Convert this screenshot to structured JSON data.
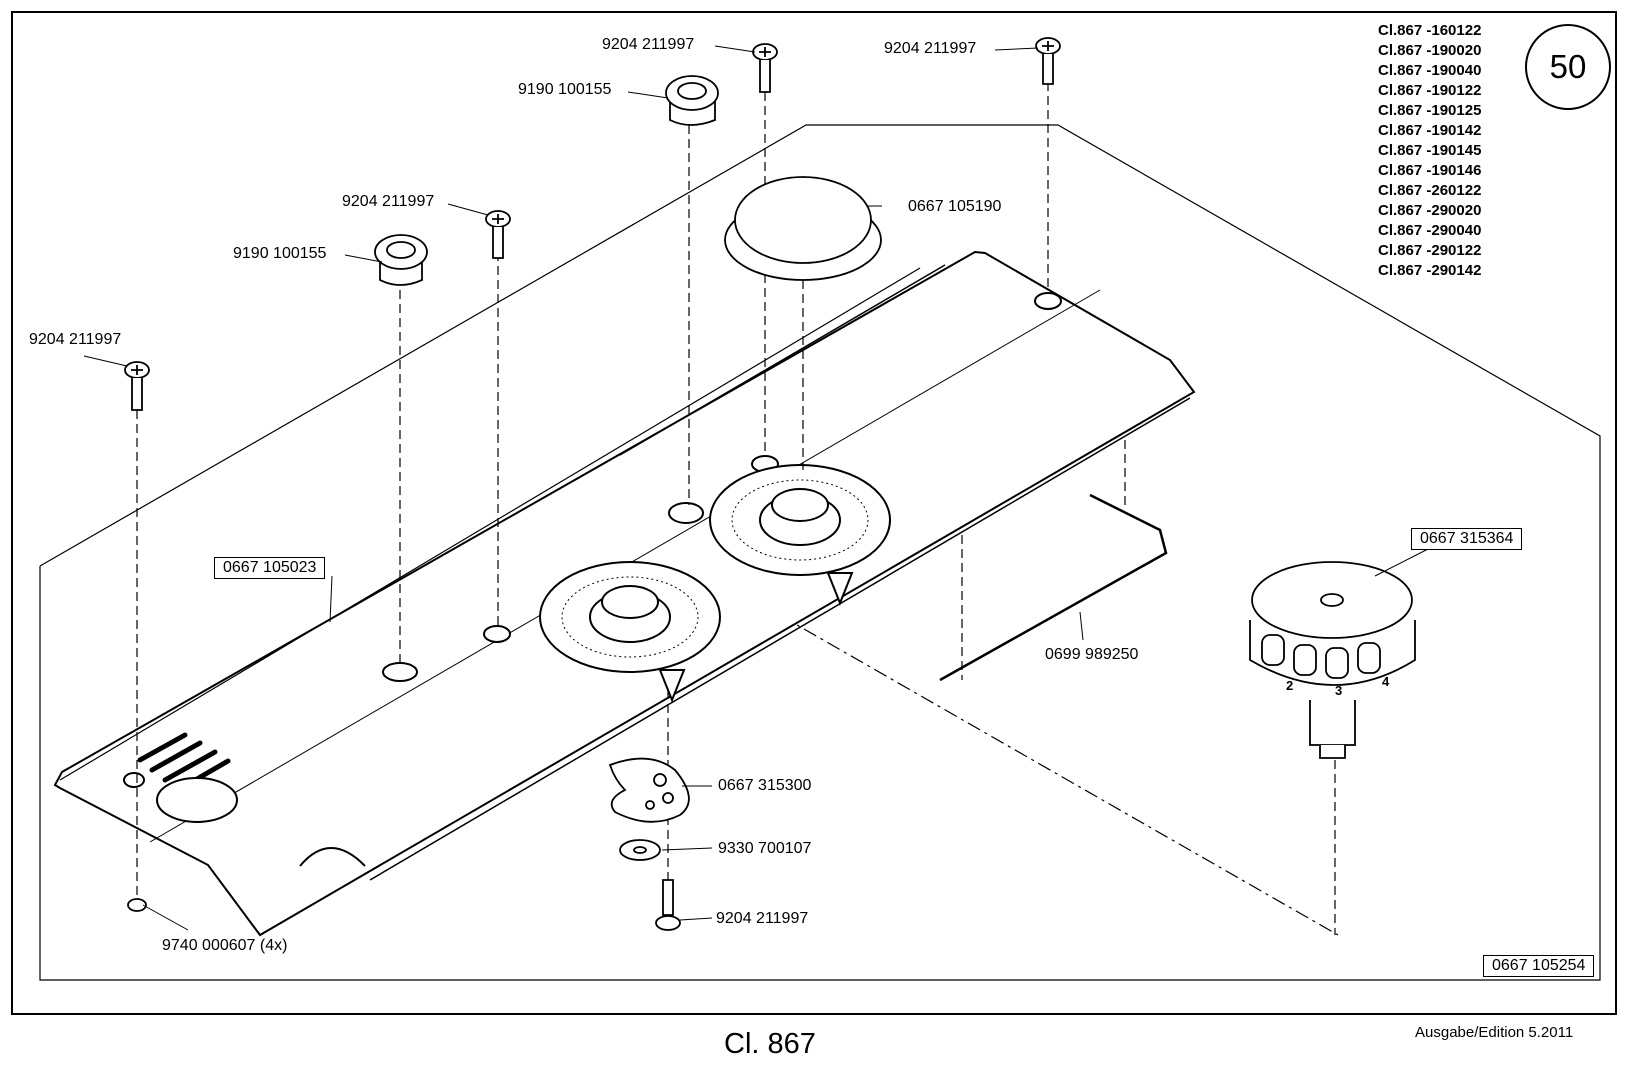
{
  "page_number": "50",
  "models": [
    "Cl.867 -160122",
    "Cl.867 -190020",
    "Cl.867 -190040",
    "Cl.867 -190122",
    "Cl.867 -190125",
    "Cl.867 -190142",
    "Cl.867 -190145",
    "Cl.867 -190146",
    "Cl.867 -260122",
    "Cl.867 -290020",
    "Cl.867 -290040",
    "Cl.867 -290122",
    "Cl.867 -290142"
  ],
  "part_labels": {
    "screw_top_center": "9204 211997",
    "screw_top_right": "9204 211997",
    "bushing_top": "9190 100155",
    "cap_large": "0667 105190",
    "screw_upper_left": "9204 211997",
    "bushing_left": "9190 100155",
    "screw_far_left": "9204 211997",
    "cover_plate": "0667 105023",
    "knob": "0667 315364",
    "wire_rod": "0699 989250",
    "cam_plate": "0667 315300",
    "washer": "9330 700107",
    "screw_bottom": "9204 211997",
    "rivet": "9740 000607  (4x)",
    "assembly": "0667 105254"
  },
  "knob_scale": [
    "2",
    "3",
    "4"
  ],
  "footer": {
    "title": "Cl. 867",
    "edition": "Ausgabe/Edition  5.2011"
  }
}
